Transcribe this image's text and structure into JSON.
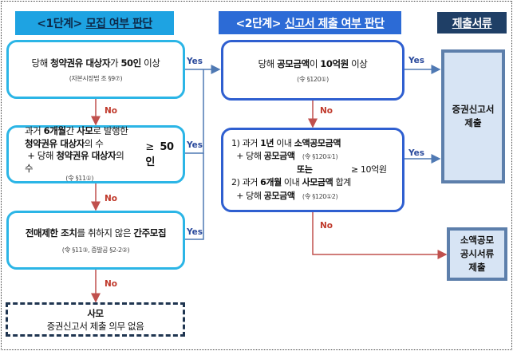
{
  "headers": {
    "stage1": {
      "prefix": "<1단계>",
      "title": "모집 여부 판단"
    },
    "stage2": {
      "prefix": "<2단계>",
      "title": "신고서 제출 여부 판단"
    },
    "docs": {
      "title": "제출서류"
    }
  },
  "stage1": {
    "box1": {
      "t1": "당해 ",
      "b1": "청약권유 대상자",
      "t2": "가 ",
      "b2": "50인",
      "t3": " 이상",
      "ref": "(자본시장법 조 §9⑦)"
    },
    "box2": {
      "l1a": "과거 ",
      "l1b": "6개월",
      "l1c": "간 ",
      "l1d": "사모",
      "l1e": "로 발행한",
      "l2a": "청약권유 대상자",
      "l2b": "의 수",
      "l3a": "+ 당해 ",
      "l3b": "청약권유 대상자",
      "l3c": "의 수",
      "ref": "(令 §11①)",
      "cmp": "≥",
      "val": "50인"
    },
    "box3": {
      "b1": "전매제한 조치",
      "t1": "를 취하지 않은 ",
      "b2": "간주모집",
      "ref": "(令 §11③, 증발공 §2-2②)"
    },
    "box4": {
      "title": "사모",
      "desc": "증권신고서 제출 의무 없음"
    }
  },
  "stage2": {
    "box1": {
      "t1": "당해 ",
      "b1": "공모금액",
      "t2": "이 ",
      "b2": "10억원",
      "t3": " 이상",
      "ref": "(令 §120①)"
    },
    "box2": {
      "l1a": "1) 과거 ",
      "l1b": "1년",
      "l1c": " 이내 ",
      "l1d": "소액공모금액",
      "l2a": "+ 당해 ",
      "l2b": "공모금액",
      "l2ref": "(令 §120①1)",
      "or": "또는",
      "cmp": "≥ 10억원",
      "l3a": "2) 과거 ",
      "l3b": "6개월",
      "l3c": " 이내 ",
      "l3d": "사모금액",
      "l3e": " 합계",
      "l4a": "+ 당해 ",
      "l4b": "공모금액",
      "l4ref": "(令 §120①2)"
    }
  },
  "docs": {
    "filing1": [
      "증권신고서",
      "제출"
    ],
    "filing2": [
      "소액공모",
      "공시서류",
      "제출"
    ]
  },
  "labels": {
    "yes": "Yes",
    "no": "No"
  },
  "colors": {
    "stage1": "#1ea3e2",
    "stage2": "#2c6bd6",
    "docs": "#1f3f66",
    "no_arrow": "#c0504d",
    "yes_arrow": "#4f79b3"
  }
}
